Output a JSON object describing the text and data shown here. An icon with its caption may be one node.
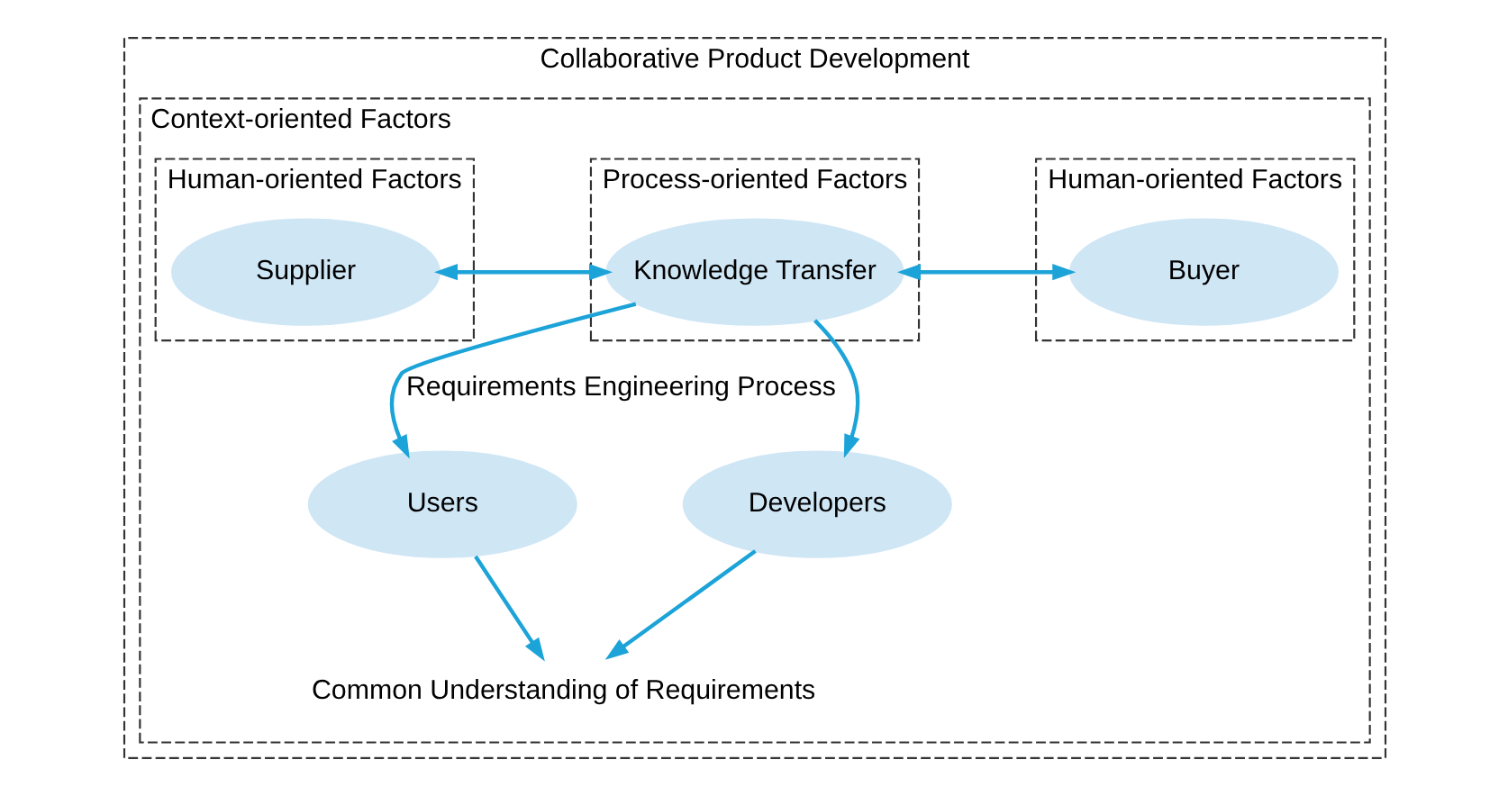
{
  "diagram": {
    "nodes": [
      {
        "text": [
          "Collaborative Product Development"
        ]
      },
      {
        "text": [
          "Context-oriented Factors"
        ],
        "in": 0
      },
      {
        "text": [
          "Human-oriented Factors"
        ],
        "in": 1
      },
      {
        "text": [
          "Buyer"
        ],
        "in": 2
      },
      {
        "text": [
          "Process-oriented Factors"
        ],
        "in": 1
      },
      {
        "text": [
          "Knowledge Transfer"
        ],
        "in": 4
      },
      {
        "text": [
          "Human-oriented Factors"
        ],
        "in": 1
      },
      {
        "text": [
          "Supplier"
        ],
        "in": 6
      },
      {
        "text": [
          "Users"
        ],
        "in": 1
      },
      {
        "text": [
          "Developers"
        ],
        "in": 1
      },
      {
        "text": [
          "Common Understanding of Requirements"
        ],
        "in": 1
      }
    ],
    "edges": [
      {
        "from": 3,
        "to": 5,
        "arrow": "both"
      },
      {
        "from": 5,
        "to": 7,
        "arrow": "both"
      },
      {
        "from": 5,
        "to": 8,
        "arrow": "to",
        "label": "Requirements Engineering Process"
      },
      {
        "from": 5,
        "to": 9,
        "arrow": "to"
      },
      {
        "from": 8,
        "to": 10,
        "arrow": "to"
      },
      {
        "from": 9,
        "to": 10,
        "arrow": "to"
      }
    ]
  }
}
